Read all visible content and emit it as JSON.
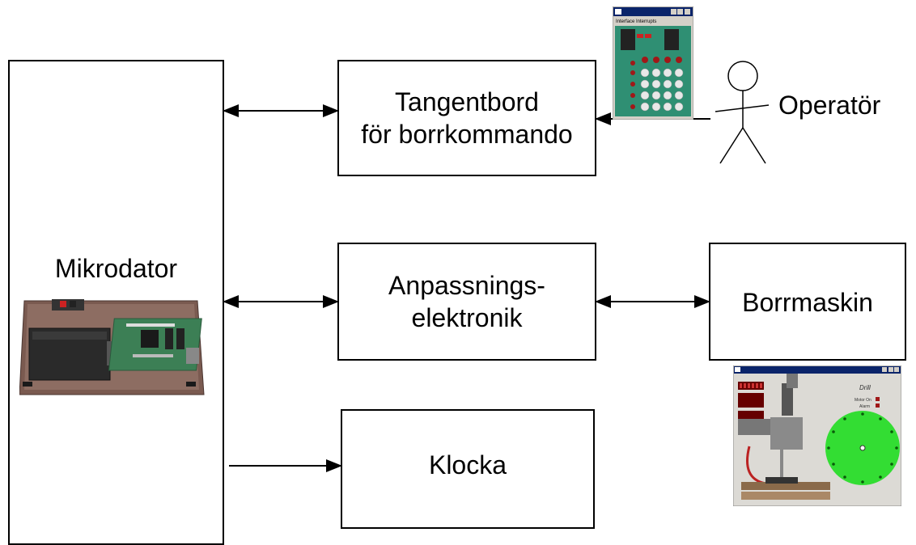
{
  "boxes": {
    "mikrodator": {
      "label": "Mikrodator"
    },
    "tangentbord": {
      "line1": "Tangentbord",
      "line2": "för borrkommando"
    },
    "anpassning": {
      "line1": "Anpassnings-",
      "line2": "elektronik"
    },
    "klocka": {
      "label": "Klocka"
    },
    "borrmaskin": {
      "label": "Borrmaskin"
    }
  },
  "operator": {
    "label": "Operatör"
  },
  "keypad_window": {
    "menu": "Interface  Interrupts"
  },
  "drill_window": {
    "title": "Drill",
    "indicators": [
      "Motor On",
      "Alarm"
    ]
  },
  "colors": {
    "stroke": "#000000",
    "keypad_board": "#2f8f73",
    "drill_disc": "#33dd33",
    "led_red": "#a01818"
  }
}
